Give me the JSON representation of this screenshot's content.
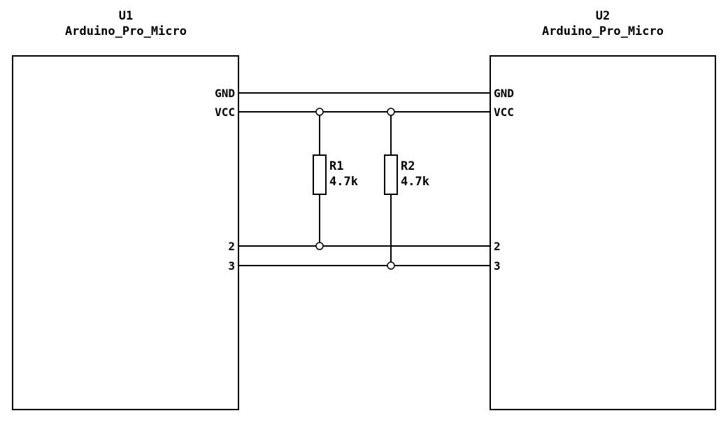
{
  "schematic": {
    "u1": {
      "ref": "U1",
      "value": "Arduino_Pro_Micro",
      "pins": {
        "gnd": "GND",
        "vcc": "VCC",
        "pin2": "2",
        "pin3": "3"
      }
    },
    "u2": {
      "ref": "U2",
      "value": "Arduino_Pro_Micro",
      "pins": {
        "gnd": "GND",
        "vcc": "VCC",
        "pin2": "2",
        "pin3": "3"
      }
    },
    "r1": {
      "ref": "R1",
      "value": "4.7k"
    },
    "r2": {
      "ref": "R2",
      "value": "4.7k"
    },
    "colors": {
      "wire": "#000000",
      "background": "#ffffff"
    }
  }
}
